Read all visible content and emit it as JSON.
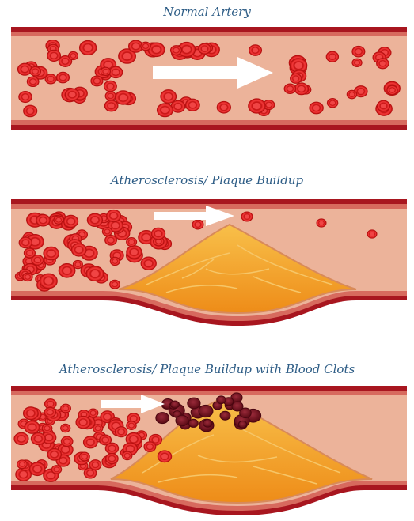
{
  "panels": [
    {
      "title": "Normal Artery"
    },
    {
      "title": "Atherosclerosis/ Plaque Buildup"
    },
    {
      "title": "Atherosclerosis/ Plaque Buildup with Blood Clots"
    }
  ],
  "colors": {
    "title": "#2e5d86",
    "vessel_wall": "#a8161f",
    "vessel_inner": "#d76a5e",
    "lumen": "#ecb39a",
    "red_cell": "#e41d1d",
    "clot": "#6e1020",
    "plaque": "#f2a21c",
    "arrow": "#ffffff"
  },
  "icons": [
    "flow-arrow-icon"
  ]
}
